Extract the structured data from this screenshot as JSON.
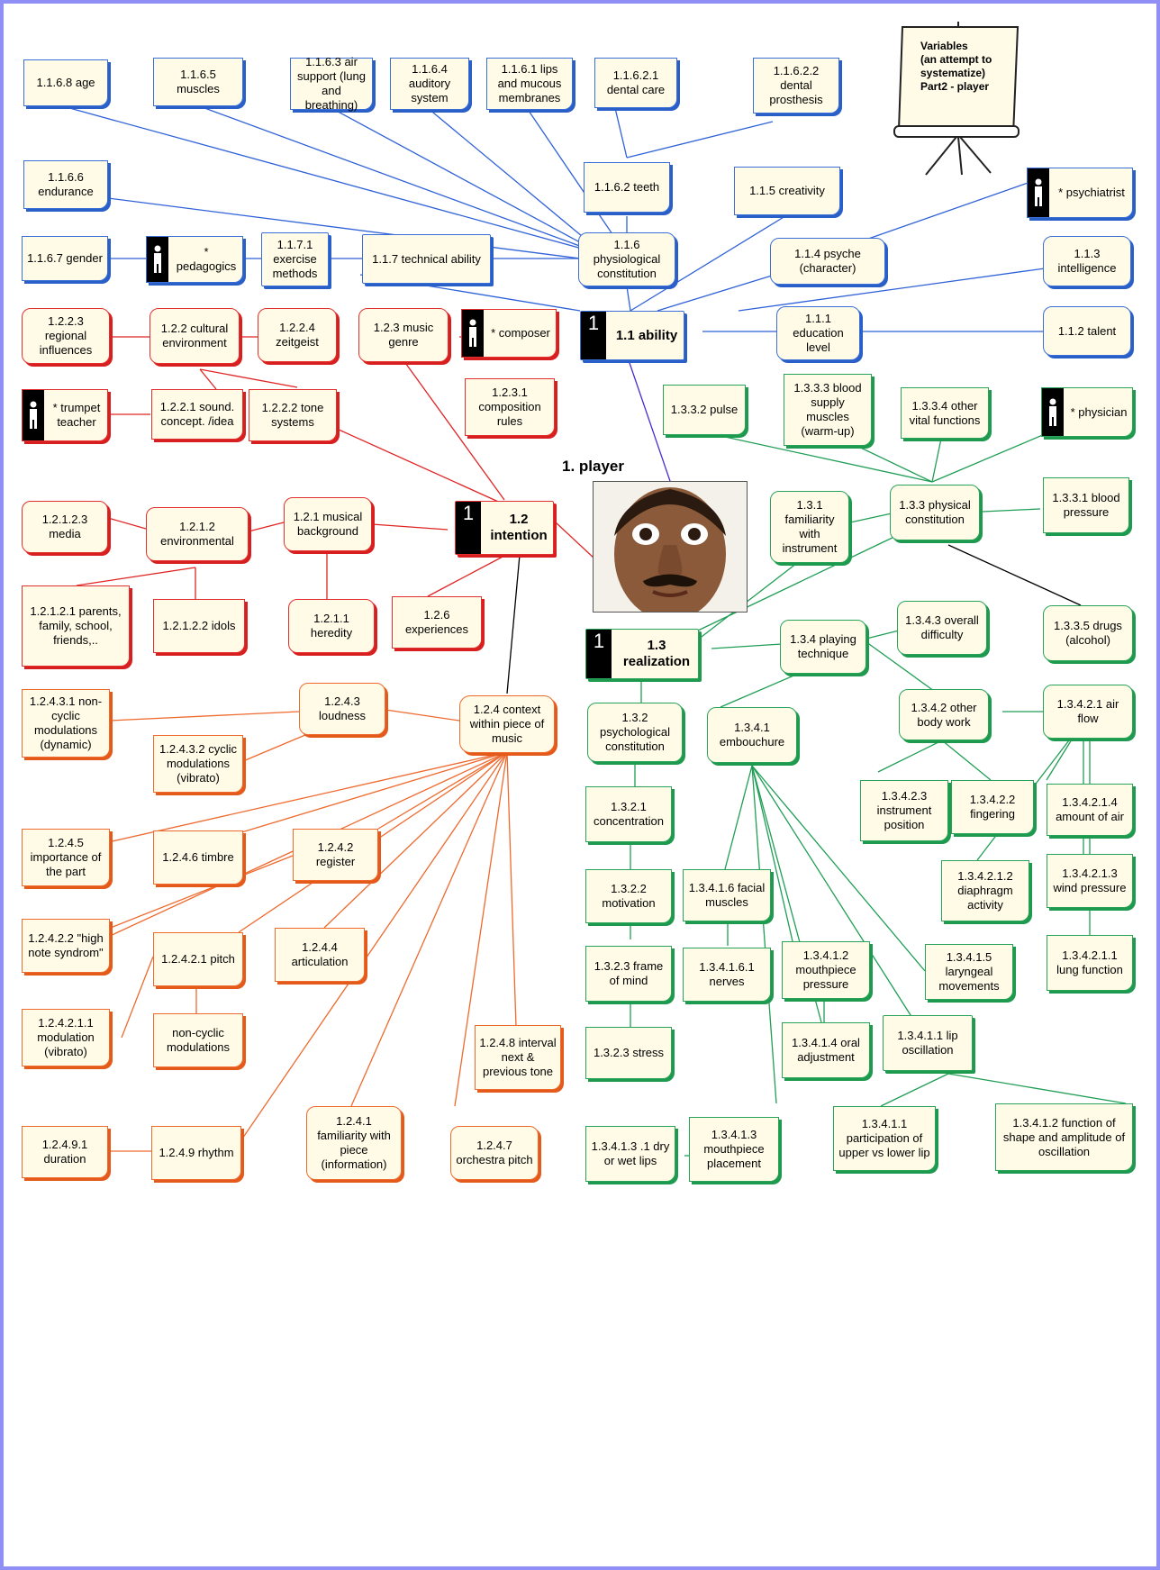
{
  "title": "1. player",
  "easel": [
    "Variables",
    "(an attempt to",
    "systematize)",
    "Part2 - player"
  ],
  "colors": {
    "blue": "#2f62d8",
    "red": "#e02424",
    "orange": "#ee6a2e",
    "green": "#1f9e55",
    "frame": "#8f8ff5",
    "node_fill": "#fffbe6"
  },
  "nodes": {
    "n1168": "1.1.6.8 age",
    "n1165": "1.1.6.5 muscles",
    "n1163": "1.1.6.3 air support (lung and breathing)",
    "n1164": "1.1.6.4 auditory system",
    "n1161": "1.1.6.1 lips and mucous membranes",
    "n11621": "1.1.6.2.1 dental care",
    "n11622": "1.1.6.2.2 dental prosthesis",
    "n1166": "1.1.6.6 endurance",
    "n1162": "1.1.6.2  teeth",
    "n115": "1.1.5 creativity",
    "psychiatrist": "* psychiatrist",
    "n1167": "1.1.6.7 gender",
    "pedagogics": "* pedagogics",
    "n1171": "1.1.7.1 exercise methods",
    "n117": "1.1.7 technical ability",
    "n116": "1.1.6 physiological constitution",
    "n114": "1.1.4 psyche (character)",
    "n113": "1.1.3 intelligence",
    "n11": "1.1 ability",
    "n111": "1.1.1 education level",
    "n112": "1.1.2 talent",
    "n1223": "1.2.2.3 regional influences",
    "n122": "1.2.2 cultural environment",
    "n1224": "1.2.2.4 zeitgeist",
    "n123": "1.2.3 music genre",
    "composer": "* composer",
    "trumpet": "* trumpet teacher",
    "n1221": "1.2.2.1 sound. concept. /idea",
    "n1222": "1.2.2.2 tone systems",
    "n1231": "1.2.3.1 composition rules",
    "n1332": "1.3.3.2 pulse",
    "n1333": "1.3.3.3 blood supply muscles (warm-up)",
    "n1334": "1.3.3.4 other vital functions",
    "physician": "* physician",
    "n12123": "1.2.1.2.3 media",
    "n1212": "1.2.1.2 environmental",
    "n121": "1.2.1 musical background",
    "n12": "1.2 intention",
    "n131": "1.3.1 familiarity with instrument",
    "n133": "1.3.3 physical constitution",
    "n1331": "1.3.3.1 blood pressure",
    "n12121": "1.2.1.2.1 parents, family, school, friends,..",
    "n12122": "1.2.1.2.2 idols",
    "n1211": "1.2.1.1 heredity",
    "n126": "1.2.6 experiences",
    "n1343": "1.3.4.3 overall difficulty",
    "n1335": "1.3.3.5 drugs (alcohol)",
    "n13": "1.3 realization",
    "n134": "1.3.4 playing technique",
    "n12431": "1.2.4.3.1 non-cyclic modulations (dynamic)",
    "n1243": "1.2.4.3 loudness",
    "n1244c": "1.2.4 context within piece of  music",
    "n1342": "1.3.4.2 other body work",
    "n13421": "1.3.4.2.1 air flow",
    "n12432": "1.2.4.3.2 cyclic modulations (vibrato)",
    "n132": "1.3.2 psychological constitution",
    "n1341": "1.3.4.1 embouchure",
    "n13423": "1.3.4.2.3 instrument position",
    "n13422": "1.3.4.2.2 fingering",
    "n134214": "1.3.4.2.1.4 amount of air",
    "n1245": "1.2.4.5 importance of the part",
    "n1246": "1.2.4.6 timbre",
    "n1242": "1.2.4.2 register",
    "n1321": "1.3.2.1 concentration",
    "n134212": "1.3.4.2.1.2 diaphragm activity",
    "n134213": "1.3.4.2.1.3 wind pressure",
    "n1322": "1.3.2.2 motivation",
    "n13416": "1.3.4.1.6 facial muscles",
    "n12422": "1.2.4.2.2 \"high note syndrom\"",
    "n12421": "1.2.4.2.1 pitch",
    "n1244": "1.2.4.4 articulation",
    "n1323a": "1.3.2.3 frame of mind",
    "n134161": "1.3.4.1.6.1 nerves",
    "n13412": "1.3.4.1.2 mouthpiece pressure",
    "n13415": "1.3.4.1.5 laryngeal movements",
    "n134211": "1.3.4.2.1.1 lung function",
    "n124211": "1.2.4.2.1.1 modulation (vibrato)",
    "noncyclic": "non-cyclic modulations",
    "n1248": "1.2.4.8 interval next & previous tone",
    "n1323b": "1.3.2.3 stress",
    "n13414": "1.3.4.1.4 oral adjustment",
    "n13411": "1.3.4.1.1 lip oscillation",
    "n12491": "1.2.4.9.1 duration",
    "n1249": "1.2.4.9 rhythm",
    "n1241": "1.2.4.1 familiarity with piece (information)",
    "n1247": "1.2.4.7 orchestra pitch",
    "n134131": "1.3.4.1.3 .1 dry or wet lips",
    "n13413": "1.3.4.1.3 mouthpiece placement",
    "n134111": "1.3.4.1.1 participation of upper vs lower lip",
    "n134112": "1.3.4.1.2 function of shape and amplitude of oscillation"
  },
  "badge_digit": "1"
}
